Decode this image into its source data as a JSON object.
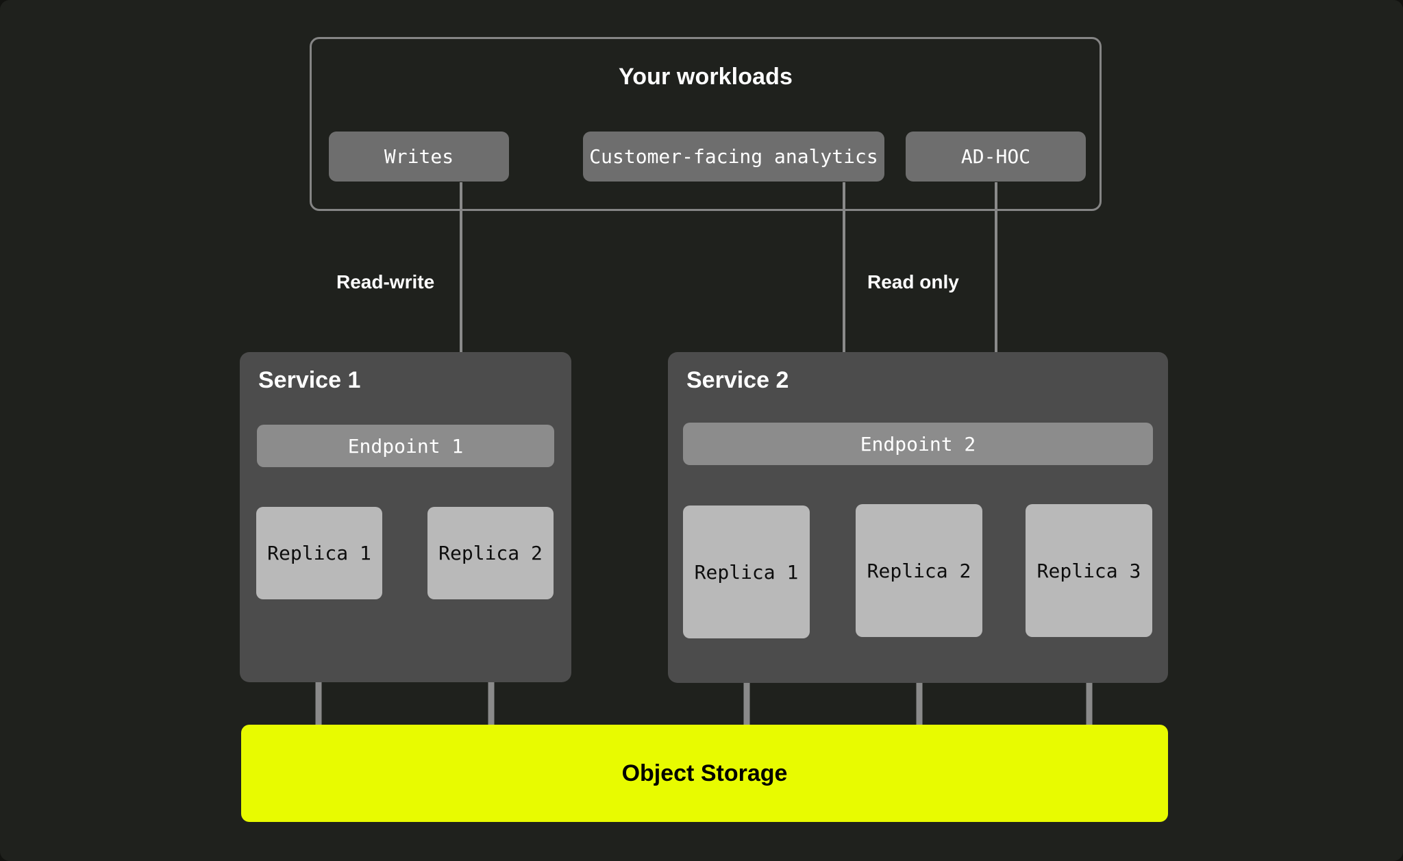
{
  "theme": {
    "background": "#1f211d",
    "frame_border": "#858585",
    "chip_fill": "#6e6e6e",
    "service_fill": "#4c4c4c",
    "endpoint_fill": "#8c8c8c",
    "replica_fill": "#b9b9b9",
    "storage_fill": "#e8fb00",
    "connector": "#8a8a8a",
    "text_light": "#ffffff",
    "text_dark": "#000000"
  },
  "workloads": {
    "title": "Your workloads",
    "items": [
      {
        "label": "Writes"
      },
      {
        "label": "Customer-facing analytics"
      },
      {
        "label": "AD-HOC"
      }
    ]
  },
  "edges": {
    "read_write": "Read-write",
    "read_only": "Read only"
  },
  "services": [
    {
      "title": "Service 1",
      "endpoint": "Endpoint 1",
      "replicas": [
        {
          "label": "Replica 1"
        },
        {
          "label": "Replica 2"
        }
      ]
    },
    {
      "title": "Service 2",
      "endpoint": "Endpoint 2",
      "replicas": [
        {
          "label": "Replica 1"
        },
        {
          "label": "Replica 2"
        },
        {
          "label": "Replica 3"
        }
      ]
    }
  ],
  "storage": {
    "label": "Object Storage"
  }
}
